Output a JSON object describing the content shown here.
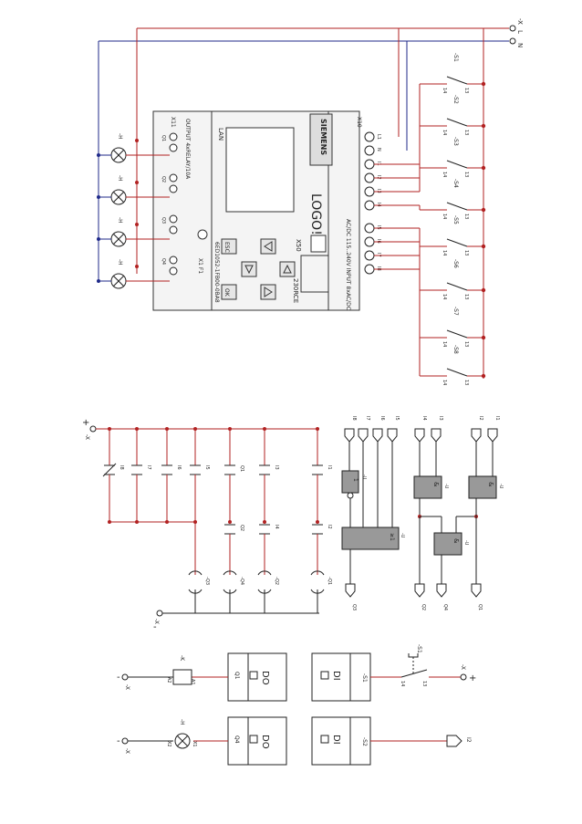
{
  "colors": {
    "phase": "#b22222",
    "neutral": "#1f2a8a",
    "wire": "#222222",
    "node": "#b22222",
    "fb": "#999999"
  },
  "plc": {
    "brand": "SIEMENS",
    "logo": "LOGO!",
    "model": "230RCE",
    "order": "6ED1052-1FB00-0BA8",
    "input_spec": "AC/DC 115..240V INPUT 8xAC/DC",
    "output_spec": "OUTPUT 4xRELAY/10A",
    "lan": "LAN",
    "x10": "X10",
    "x11": "X11",
    "x50": "X50",
    "x1f1": "X1 F1",
    "esc": "ESC",
    "ok": "OK",
    "terminals_in": [
      "L1",
      "N",
      "I1",
      "I2",
      "I3",
      "I4",
      "I5",
      "I6",
      "I7",
      "I8"
    ],
    "outputs": [
      "Q1",
      "Q2",
      "Q3",
      "Q4"
    ]
  },
  "supply": {
    "L": "L",
    "N": "N",
    "X": "-X"
  },
  "switches": [
    "-S1",
    "-S2",
    "-S3",
    "-S4",
    "-S5",
    "-S6",
    "-S7",
    "-S8"
  ],
  "lamps": [
    "-H",
    "-H",
    "-H",
    "-H"
  ],
  "ladder": {
    "x": "-X",
    "plus": "+",
    "minus": "-",
    "contacts": [
      "I1",
      "I3",
      "Q1",
      "I5",
      "I6",
      "I7",
      "I8"
    ],
    "contacts2": [
      "I2",
      "I4",
      "Q2"
    ],
    "coils": [
      "-Q1",
      "-Q2",
      "-Q4",
      "-Q3"
    ]
  },
  "fbd": {
    "inputs": [
      "I1",
      "I2",
      "I3",
      "I4",
      "I5",
      "I6",
      "I7",
      "I8"
    ],
    "and_label": "&",
    "or_label": "≥1",
    "not_label": "1",
    "blocks": [
      "-U",
      "-U",
      "-U",
      "-U",
      "-U"
    ],
    "outputs": [
      "Q1",
      "Q4",
      "Q2",
      "Q3"
    ]
  },
  "io_examples": {
    "di": "DI",
    "do": "DO",
    "s1": "-S1",
    "s2": "-S2",
    "k": "-K",
    "h": "-H",
    "a1": "A1",
    "a2": "A2",
    "x1": "X1",
    "x2": "X2",
    "q1": "Q1",
    "q4": "Q4",
    "t13": "13",
    "t14": "14",
    "i2": "I2",
    "xplus": "-X",
    "xminus": "-X"
  }
}
